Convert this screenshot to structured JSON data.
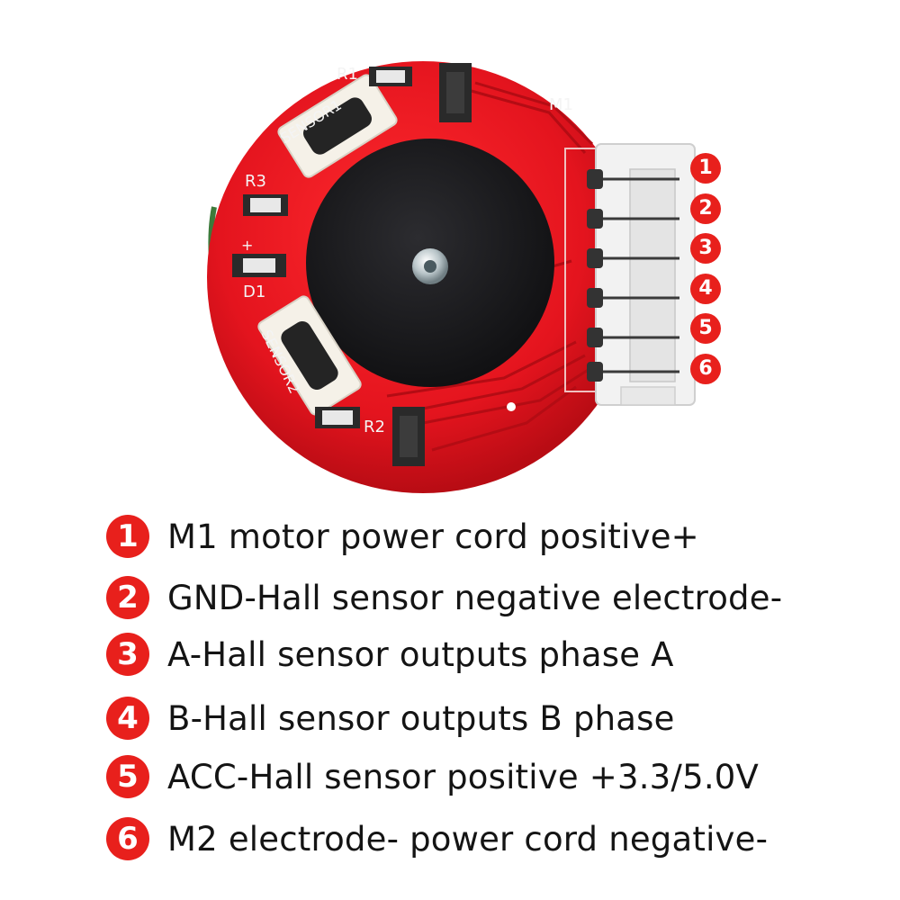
{
  "colors": {
    "pcb_red": "#e4141e",
    "badge_red": "#e8201c",
    "text_dark": "#141414",
    "magnet_black": "#1c1c1e",
    "connector_white": "#f2f2f2"
  },
  "board": {
    "connector_label": "M1",
    "silkscreen": {
      "r1": "R1",
      "r2": "R2",
      "r3": "R3",
      "d1": "D1",
      "plus": "+",
      "sensor1": "SENSOR1",
      "sensor2": "SENSOR2"
    },
    "pin_numbers": [
      "1",
      "2",
      "3",
      "4",
      "5",
      "6"
    ]
  },
  "legend": [
    {
      "number": "1",
      "text": "M1 motor power cord positive+"
    },
    {
      "number": "2",
      "text": "GND-Hall sensor negative electrode-"
    },
    {
      "number": "3",
      "text": "A-Hall sensor outputs phase A"
    },
    {
      "number": "4",
      "text": "B-Hall sensor outputs B phase"
    },
    {
      "number": "5",
      "text": "ACC-Hall sensor positive +3.3/5.0V"
    },
    {
      "number": "6",
      "text": "M2 electrode- power cord negative-"
    }
  ]
}
